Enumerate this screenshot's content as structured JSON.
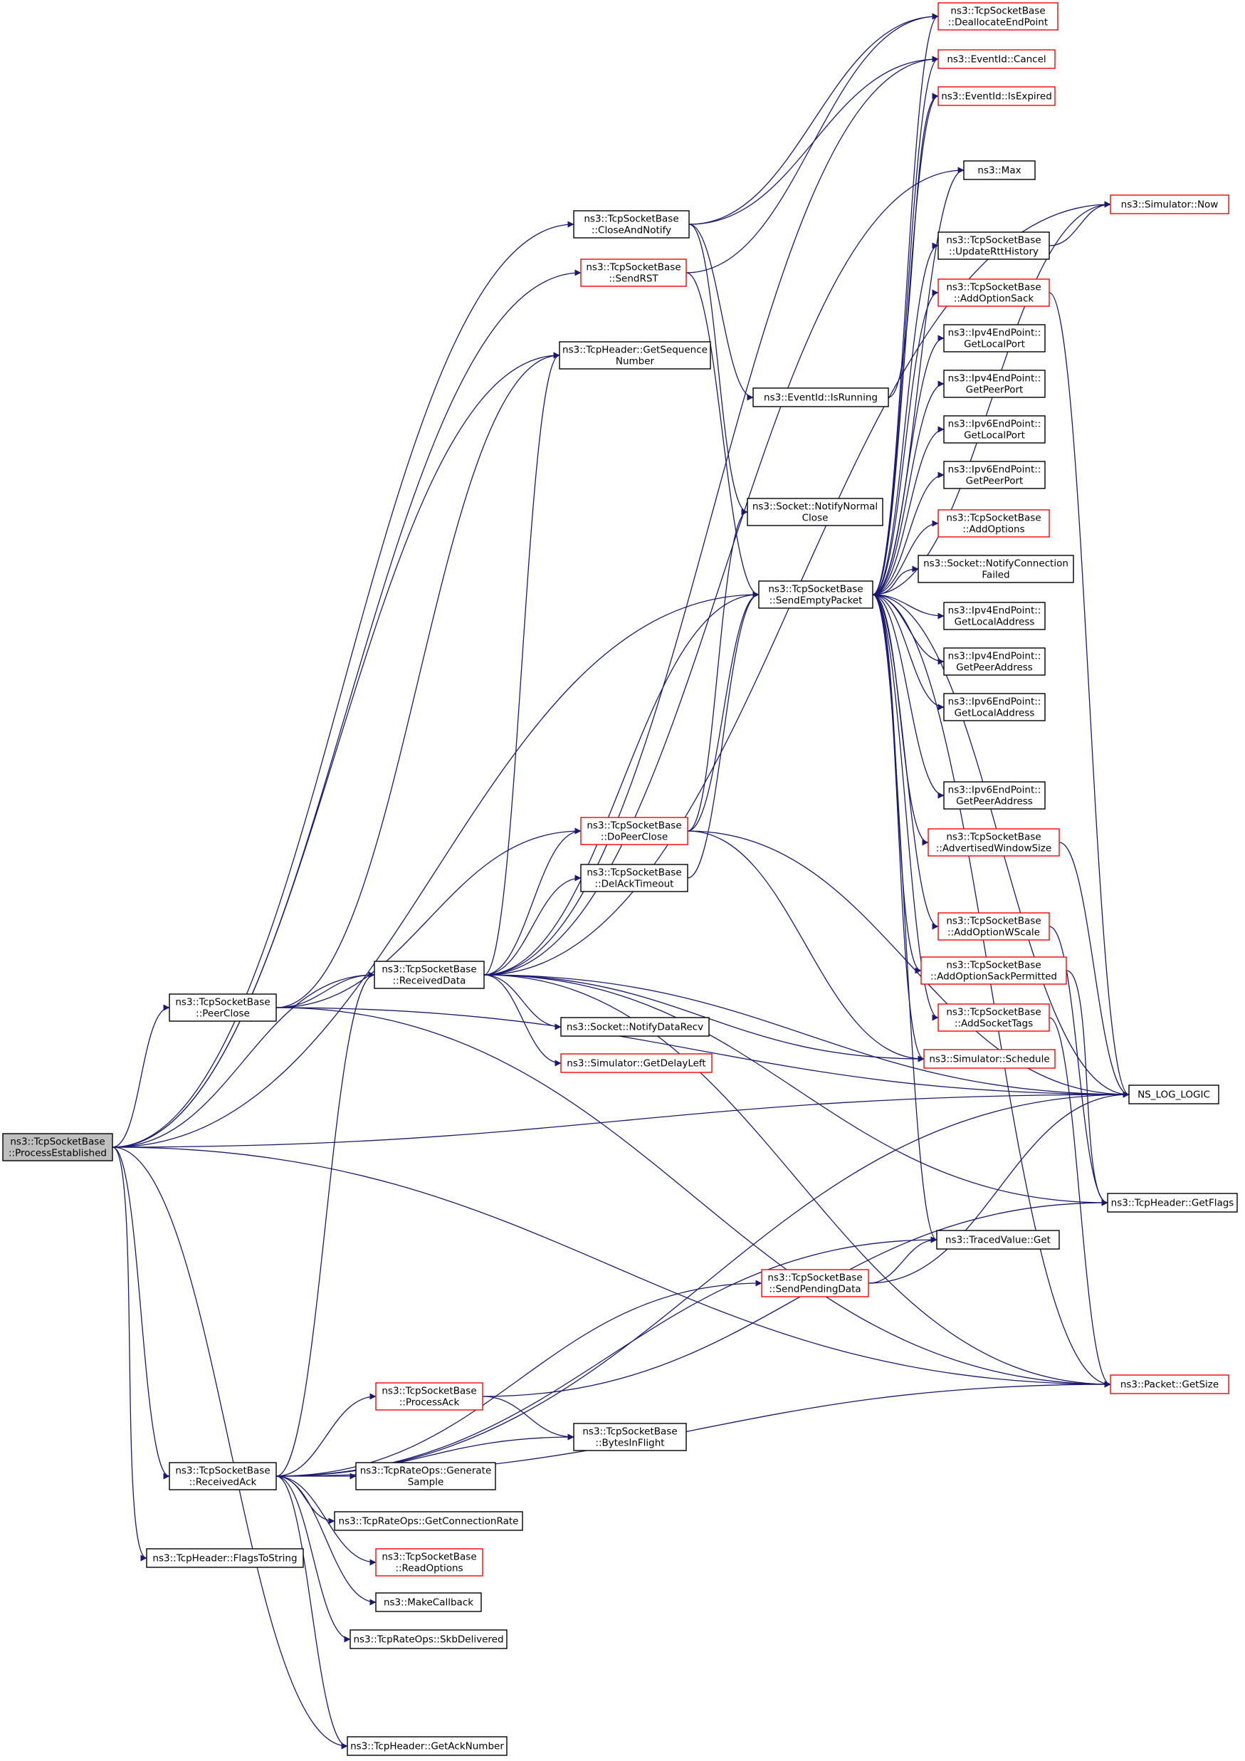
{
  "colors": {
    "edge": "#191970",
    "node_border_black": "#000000",
    "node_border_red": "#ff0000",
    "root_fill": "#bfbfbf",
    "node_fill": "#ffffff"
  },
  "nodes": [
    {
      "id": "pe",
      "lines": [
        "ns3::TcpSocketBase",
        "::ProcessEstablished"
      ],
      "border": "black",
      "root": true
    },
    {
      "id": "can",
      "lines": [
        "ns3::TcpSocketBase",
        "::CloseAndNotify"
      ],
      "border": "black"
    },
    {
      "id": "srst",
      "lines": [
        "ns3::TcpSocketBase",
        "::SendRST"
      ],
      "border": "red"
    },
    {
      "id": "gsn",
      "lines": [
        "ns3::TcpHeader::GetSequence",
        "Number"
      ],
      "border": "black"
    },
    {
      "id": "isrun",
      "lines": [
        "ns3::EventId::IsRunning"
      ],
      "border": "black"
    },
    {
      "id": "nnc",
      "lines": [
        "ns3::Socket::NotifyNormal",
        "Close"
      ],
      "border": "black"
    },
    {
      "id": "sep",
      "lines": [
        "ns3::TcpSocketBase",
        "::SendEmptyPacket"
      ],
      "border": "black"
    },
    {
      "id": "dpc",
      "lines": [
        "ns3::TcpSocketBase",
        "::DoPeerClose"
      ],
      "border": "red"
    },
    {
      "id": "dat",
      "lines": [
        "ns3::TcpSocketBase",
        "::DelAckTimeout"
      ],
      "border": "black"
    },
    {
      "id": "rd",
      "lines": [
        "ns3::TcpSocketBase",
        "::ReceivedData"
      ],
      "border": "black"
    },
    {
      "id": "pc",
      "lines": [
        "ns3::TcpSocketBase",
        "::PeerClose"
      ],
      "border": "black"
    },
    {
      "id": "ndr",
      "lines": [
        "ns3::Socket::NotifyDataRecv"
      ],
      "border": "black"
    },
    {
      "id": "gdl",
      "lines": [
        "ns3::Simulator::GetDelayLeft"
      ],
      "border": "red"
    },
    {
      "id": "spd",
      "lines": [
        "ns3::TcpSocketBase",
        "::SendPendingData"
      ],
      "border": "red"
    },
    {
      "id": "pa",
      "lines": [
        "ns3::TcpSocketBase",
        "::ProcessAck"
      ],
      "border": "red"
    },
    {
      "id": "bif",
      "lines": [
        "ns3::TcpSocketBase",
        "::BytesInFlight"
      ],
      "border": "black"
    },
    {
      "id": "ra",
      "lines": [
        "ns3::TcpSocketBase",
        "::ReceivedAck"
      ],
      "border": "black"
    },
    {
      "id": "gs",
      "lines": [
        "ns3::TcpRateOps::Generate",
        "Sample"
      ],
      "border": "black"
    },
    {
      "id": "gcr",
      "lines": [
        "ns3::TcpRateOps::GetConnectionRate"
      ],
      "border": "black"
    },
    {
      "id": "ro",
      "lines": [
        "ns3::TcpSocketBase",
        "::ReadOptions"
      ],
      "border": "red"
    },
    {
      "id": "mc",
      "lines": [
        "ns3::MakeCallback"
      ],
      "border": "black"
    },
    {
      "id": "skb",
      "lines": [
        "ns3::TcpRateOps::SkbDelivered"
      ],
      "border": "black"
    },
    {
      "id": "gan",
      "lines": [
        "ns3::TcpHeader::GetAckNumber"
      ],
      "border": "black"
    },
    {
      "id": "fts",
      "lines": [
        "ns3::TcpHeader::FlagsToString"
      ],
      "border": "black"
    },
    {
      "id": "dep",
      "lines": [
        "ns3::TcpSocketBase",
        "::DeallocateEndPoint"
      ],
      "border": "red"
    },
    {
      "id": "ecan",
      "lines": [
        "ns3::EventId::Cancel"
      ],
      "border": "red"
    },
    {
      "id": "iexp",
      "lines": [
        "ns3::EventId::IsExpired"
      ],
      "border": "red"
    },
    {
      "id": "max",
      "lines": [
        "ns3::Max"
      ],
      "border": "black"
    },
    {
      "id": "urh",
      "lines": [
        "ns3::TcpSocketBase",
        "::UpdateRttHistory"
      ],
      "border": "black"
    },
    {
      "id": "aos",
      "lines": [
        "ns3::TcpSocketBase",
        "::AddOptionSack"
      ],
      "border": "red"
    },
    {
      "id": "v4lp",
      "lines": [
        "ns3::Ipv4EndPoint::",
        "GetLocalPort"
      ],
      "border": "black"
    },
    {
      "id": "v4pp",
      "lines": [
        "ns3::Ipv4EndPoint::",
        "GetPeerPort"
      ],
      "border": "black"
    },
    {
      "id": "v6lp",
      "lines": [
        "ns3::Ipv6EndPoint::",
        "GetLocalPort"
      ],
      "border": "black"
    },
    {
      "id": "v6pp",
      "lines": [
        "ns3::Ipv6EndPoint::",
        "GetPeerPort"
      ],
      "border": "black"
    },
    {
      "id": "ao",
      "lines": [
        "ns3::TcpSocketBase",
        "::AddOptions"
      ],
      "border": "red"
    },
    {
      "id": "ncf",
      "lines": [
        "ns3::Socket::NotifyConnection",
        "Failed"
      ],
      "border": "black"
    },
    {
      "id": "v4la",
      "lines": [
        "ns3::Ipv4EndPoint::",
        "GetLocalAddress"
      ],
      "border": "black"
    },
    {
      "id": "v4pa",
      "lines": [
        "ns3::Ipv4EndPoint::",
        "GetPeerAddress"
      ],
      "border": "black"
    },
    {
      "id": "v6la",
      "lines": [
        "ns3::Ipv6EndPoint::",
        "GetLocalAddress"
      ],
      "border": "black"
    },
    {
      "id": "v6pa",
      "lines": [
        "ns3::Ipv6EndPoint::",
        "GetPeerAddress"
      ],
      "border": "black"
    },
    {
      "id": "aws",
      "lines": [
        "ns3::TcpSocketBase",
        "::AdvertisedWindowSize"
      ],
      "border": "red"
    },
    {
      "id": "aowsc",
      "lines": [
        "ns3::TcpSocketBase",
        "::AddOptionWScale"
      ],
      "border": "red"
    },
    {
      "id": "aosp",
      "lines": [
        "ns3::TcpSocketBase",
        "::AddOptionSackPermitted"
      ],
      "border": "red"
    },
    {
      "id": "ast",
      "lines": [
        "ns3::TcpSocketBase",
        "::AddSocketTags"
      ],
      "border": "red"
    },
    {
      "id": "ssch",
      "lines": [
        "ns3::Simulator::Schedule"
      ],
      "border": "red"
    },
    {
      "id": "snow",
      "lines": [
        "ns3::Simulator::Now"
      ],
      "border": "red"
    },
    {
      "id": "nll",
      "lines": [
        "NS_LOG_LOGIC"
      ],
      "border": "black"
    },
    {
      "id": "gfl",
      "lines": [
        "ns3::TcpHeader::GetFlags"
      ],
      "border": "black"
    },
    {
      "id": "tvg",
      "lines": [
        "ns3::TracedValue::Get"
      ],
      "border": "black"
    },
    {
      "id": "pgs",
      "lines": [
        "ns3::Packet::GetSize"
      ],
      "border": "red"
    }
  ],
  "edges": [
    [
      "pe",
      "can"
    ],
    [
      "pe",
      "srst"
    ],
    [
      "pe",
      "gsn"
    ],
    [
      "pe",
      "sep"
    ],
    [
      "pe",
      "pc"
    ],
    [
      "pe",
      "rd"
    ],
    [
      "pe",
      "nll"
    ],
    [
      "pe",
      "pgs"
    ],
    [
      "pe",
      "ra"
    ],
    [
      "pe",
      "fts"
    ],
    [
      "pe",
      "gan"
    ],
    [
      "can",
      "dep"
    ],
    [
      "can",
      "ecan"
    ],
    [
      "can",
      "isrun"
    ],
    [
      "can",
      "nnc"
    ],
    [
      "srst",
      "dep"
    ],
    [
      "srst",
      "sep"
    ],
    [
      "isrun",
      "iexp"
    ],
    [
      "sep",
      "dep"
    ],
    [
      "sep",
      "ecan"
    ],
    [
      "sep",
      "iexp"
    ],
    [
      "sep",
      "max"
    ],
    [
      "sep",
      "snow"
    ],
    [
      "sep",
      "urh"
    ],
    [
      "sep",
      "aos"
    ],
    [
      "sep",
      "v4lp"
    ],
    [
      "sep",
      "v4pp"
    ],
    [
      "sep",
      "v6lp"
    ],
    [
      "sep",
      "v6pp"
    ],
    [
      "sep",
      "ao"
    ],
    [
      "sep",
      "ncf"
    ],
    [
      "sep",
      "v4la"
    ],
    [
      "sep",
      "v4pa"
    ],
    [
      "sep",
      "v6la"
    ],
    [
      "sep",
      "v6pa"
    ],
    [
      "sep",
      "aws"
    ],
    [
      "sep",
      "aowsc"
    ],
    [
      "sep",
      "aosp"
    ],
    [
      "sep",
      "ast"
    ],
    [
      "sep",
      "ssch"
    ],
    [
      "sep",
      "nll"
    ],
    [
      "sep",
      "tvg"
    ],
    [
      "sep",
      "pgs"
    ],
    [
      "urh",
      "snow"
    ],
    [
      "aos",
      "nll"
    ],
    [
      "aws",
      "nll"
    ],
    [
      "aowsc",
      "gfl"
    ],
    [
      "aosp",
      "gfl"
    ],
    [
      "ast",
      "pgs"
    ],
    [
      "dpc",
      "nnc"
    ],
    [
      "dpc",
      "sep"
    ],
    [
      "dpc",
      "nll"
    ],
    [
      "dpc",
      "ssch"
    ],
    [
      "dat",
      "sep"
    ],
    [
      "rd",
      "gsn"
    ],
    [
      "rd",
      "ecan"
    ],
    [
      "rd",
      "snow"
    ],
    [
      "rd",
      "max"
    ],
    [
      "rd",
      "dpc"
    ],
    [
      "rd",
      "dat"
    ],
    [
      "rd",
      "sep"
    ],
    [
      "rd",
      "ndr"
    ],
    [
      "rd",
      "gdl"
    ],
    [
      "rd",
      "ssch"
    ],
    [
      "rd",
      "nll"
    ],
    [
      "rd",
      "gfl"
    ],
    [
      "rd",
      "pgs"
    ],
    [
      "pc",
      "gsn"
    ],
    [
      "pc",
      "dpc"
    ],
    [
      "pc",
      "rd"
    ],
    [
      "pc",
      "nll"
    ],
    [
      "pc",
      "pgs"
    ],
    [
      "spd",
      "tvg"
    ],
    [
      "spd",
      "nll"
    ],
    [
      "pa",
      "bif"
    ],
    [
      "pa",
      "gfl"
    ],
    [
      "ra",
      "rd"
    ],
    [
      "ra",
      "tvg"
    ],
    [
      "ra",
      "spd"
    ],
    [
      "ra",
      "pa"
    ],
    [
      "ra",
      "bif"
    ],
    [
      "ra",
      "nll"
    ],
    [
      "ra",
      "gs"
    ],
    [
      "ra",
      "gcr"
    ],
    [
      "ra",
      "ro"
    ],
    [
      "ra",
      "mc"
    ],
    [
      "ra",
      "skb"
    ],
    [
      "ra",
      "gan"
    ],
    [
      "ra",
      "pgs"
    ]
  ]
}
